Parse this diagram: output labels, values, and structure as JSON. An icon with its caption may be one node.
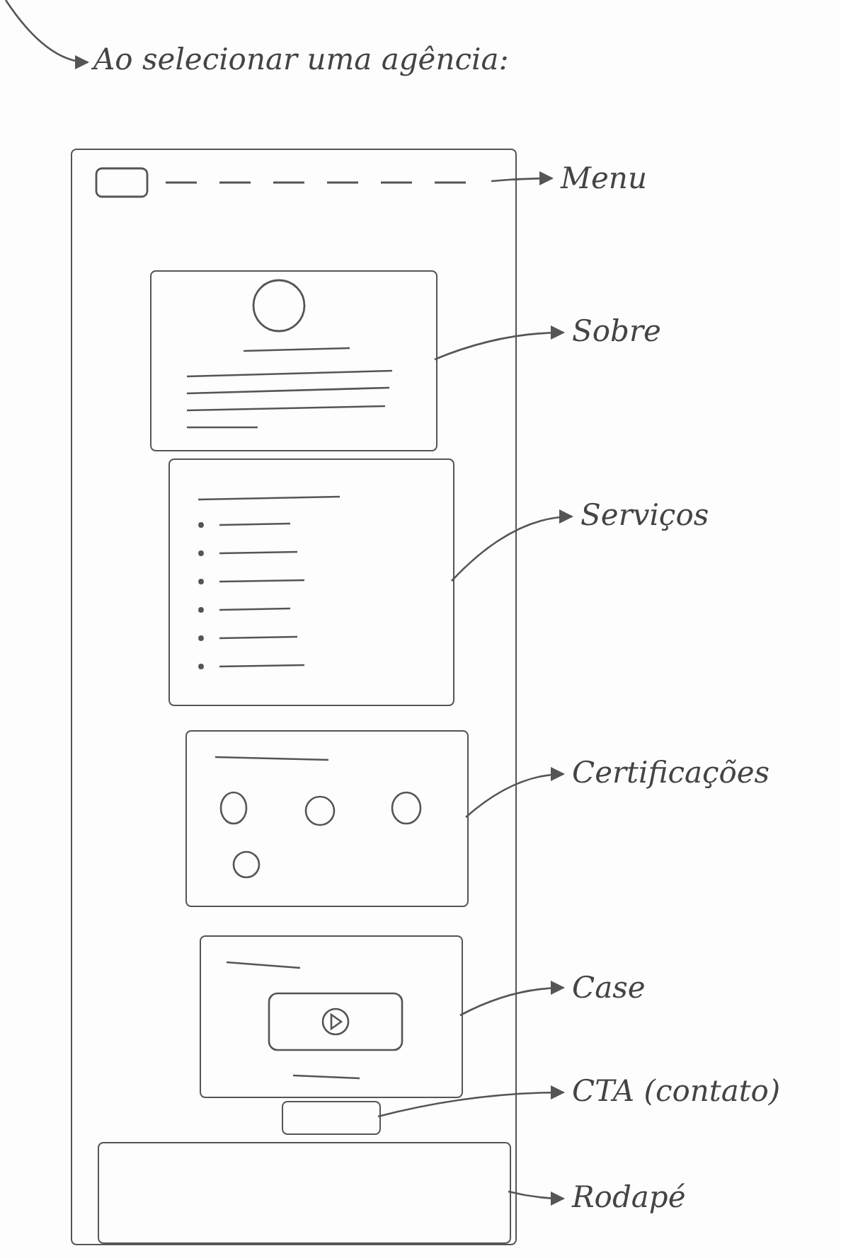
{
  "diagram": {
    "nodes": [
      {
        "text": [
          "Ao selecionar uma agência:"
        ]
      },
      {
        "text": [],
        "shape": "box"
      },
      {
        "text": [],
        "shape": "bar",
        "in": 1
      },
      {
        "text": [],
        "shape": "box",
        "in": 1
      },
      {
        "text": [],
        "shape": "box",
        "in": 1
      },
      {
        "text": [],
        "shape": "box",
        "in": 1
      },
      {
        "text": [],
        "shape": "box",
        "in": 1
      },
      {
        "text": [],
        "shape": "box",
        "in": 1
      },
      {
        "text": [],
        "shape": "box",
        "in": 1
      },
      {
        "text": [
          "Menu"
        ]
      },
      {
        "text": [
          "Sobre"
        ]
      },
      {
        "text": [
          "Serviços"
        ]
      },
      {
        "text": [
          "Certificações"
        ]
      },
      {
        "text": [
          "Case"
        ]
      },
      {
        "text": [
          "CTA (contato)"
        ]
      },
      {
        "text": [
          "Rodapé"
        ]
      }
    ],
    "edges": [
      {
        "from": null,
        "to": 0,
        "arrow": "to"
      },
      {
        "from": 2,
        "to": 9,
        "arrow": "to"
      },
      {
        "from": 3,
        "to": 10,
        "arrow": "to"
      },
      {
        "from": 4,
        "to": 11,
        "arrow": "to"
      },
      {
        "from": 5,
        "to": 12,
        "arrow": "to"
      },
      {
        "from": 6,
        "to": 13,
        "arrow": "to"
      },
      {
        "from": 7,
        "to": 14,
        "arrow": "to"
      },
      {
        "from": 8,
        "to": 15,
        "arrow": "to"
      }
    ]
  }
}
